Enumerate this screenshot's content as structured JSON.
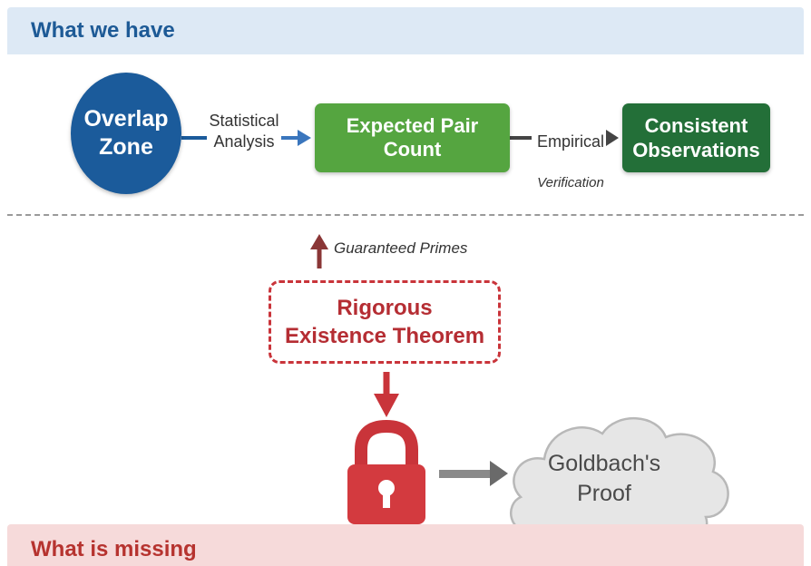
{
  "top_band": {
    "title": "What we have",
    "color": "#1d5a96",
    "background": "#dde9f5"
  },
  "bottom_band": {
    "title": "What is missing",
    "color": "#b6332f",
    "background": "#f6dada"
  },
  "nodes": {
    "overlap_zone": "Overlap\nZone",
    "expected_pair_count": "Expected Pair Count",
    "consistent_observations": "Consistent\nObservations",
    "rigorous_theorem": "Rigorous\nExistence Theorem",
    "goldbach_proof": "Goldbach's\nProof"
  },
  "edge_labels": {
    "statistical_analysis": "Statistical\nAnalysis",
    "empirical": "Empirical",
    "verification": "Verification",
    "guaranteed_primes": "Guaranteed Primes"
  },
  "colors": {
    "blue": "#1b5b9b",
    "green": "#55a540",
    "dark_green": "#236f38",
    "red": "#c9343a",
    "gray": "#888888"
  },
  "icons": [
    "lock-icon",
    "cloud-icon",
    "arrow-right-icon",
    "arrow-up-icon",
    "arrow-down-icon"
  ]
}
